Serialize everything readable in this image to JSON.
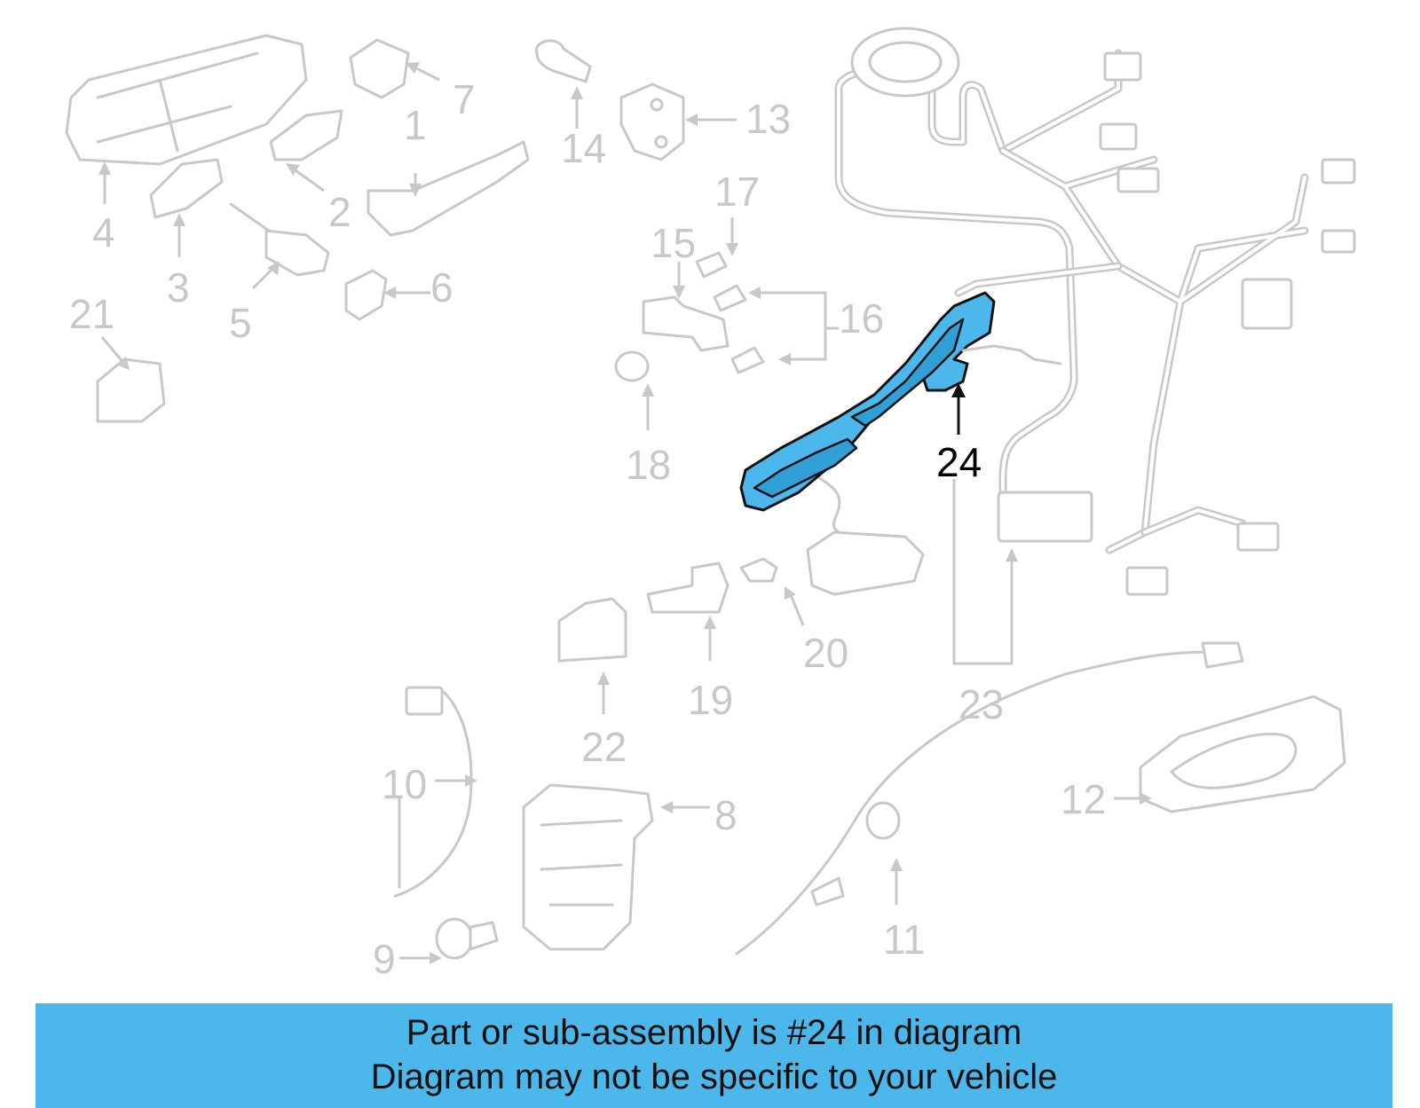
{
  "diagram": {
    "callouts": [
      {
        "number": "1",
        "highlighted": false
      },
      {
        "number": "2",
        "highlighted": false
      },
      {
        "number": "3",
        "highlighted": false
      },
      {
        "number": "4",
        "highlighted": false
      },
      {
        "number": "5",
        "highlighted": false
      },
      {
        "number": "6",
        "highlighted": false
      },
      {
        "number": "7",
        "highlighted": false
      },
      {
        "number": "8",
        "highlighted": false
      },
      {
        "number": "9",
        "highlighted": false
      },
      {
        "number": "10",
        "highlighted": false
      },
      {
        "number": "11",
        "highlighted": false
      },
      {
        "number": "12",
        "highlighted": false
      },
      {
        "number": "13",
        "highlighted": false
      },
      {
        "number": "14",
        "highlighted": false
      },
      {
        "number": "15",
        "highlighted": false
      },
      {
        "number": "16",
        "highlighted": false
      },
      {
        "number": "17",
        "highlighted": false
      },
      {
        "number": "18",
        "highlighted": false
      },
      {
        "number": "19",
        "highlighted": false
      },
      {
        "number": "20",
        "highlighted": false
      },
      {
        "number": "21",
        "highlighted": false
      },
      {
        "number": "22",
        "highlighted": false
      },
      {
        "number": "23",
        "highlighted": false
      },
      {
        "number": "24",
        "highlighted": true
      }
    ],
    "highlight_color": "#4bb7ea",
    "line_color": "#c8c8c8"
  },
  "banner": {
    "line1": "Part or sub-assembly is #24 in diagram",
    "line2": "Diagram may not be specific to your vehicle",
    "background": "#4bb7ea"
  }
}
